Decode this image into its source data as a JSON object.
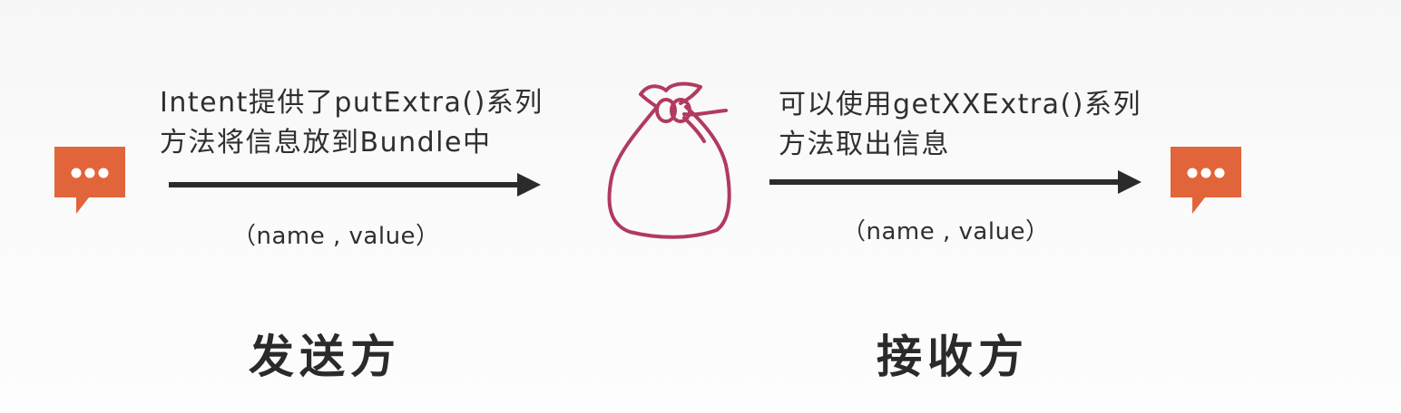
{
  "sender": {
    "icon": "speech-bubble-icon",
    "description_line1": "Intent提供了putExtra()系列",
    "description_line2": "方法将信息放到Bundle中",
    "param": "（name , value）",
    "role_label": "发送方"
  },
  "bundle": {
    "icon": "bag-icon"
  },
  "receiver": {
    "icon": "speech-bubble-icon",
    "description_line1": "可以使用getXXExtra()系列",
    "description_line2": "方法取出信息",
    "param": "（name , value）",
    "role_label": "接收方"
  },
  "colors": {
    "bubble": "#e2643a",
    "bag": "#b23a5e",
    "arrow": "#2b2b2b",
    "text": "#2f2f2f"
  }
}
